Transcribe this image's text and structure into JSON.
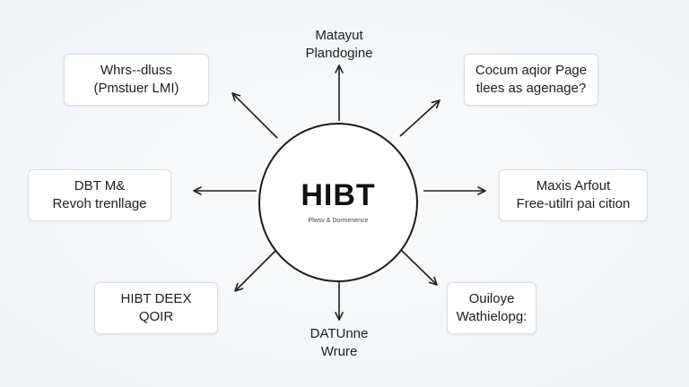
{
  "hub": {
    "title": "HIBT",
    "subtitle": "Plwsv & Dormenence"
  },
  "nodes": {
    "top": {
      "line1": "Matayut",
      "line2": "Plandogine"
    },
    "top_left": {
      "line1": "Whrs--dluss",
      "line2": "(Pmstuer LMI)"
    },
    "top_right": {
      "line1": "Cocum aqior Page",
      "line2": "tlees as agenage?"
    },
    "left": {
      "line1": "DBT M&",
      "line2": "Revoh trenllage"
    },
    "right": {
      "line1": "Maxis Arfout",
      "line2": "Free-utilri pai cition"
    },
    "bottom_left": {
      "line1": "HIBT DEEX",
      "line2": "QOIR"
    },
    "bottom_right": {
      "line1": "Ouiloye",
      "line2": "Wathielopg:"
    },
    "bottom": {
      "line1": "DATUnne",
      "line2": "Wrure"
    }
  },
  "style": {
    "line_color": "#1f1f1f",
    "box_border": "#d9dde1",
    "box_fill": "#ffffff"
  }
}
